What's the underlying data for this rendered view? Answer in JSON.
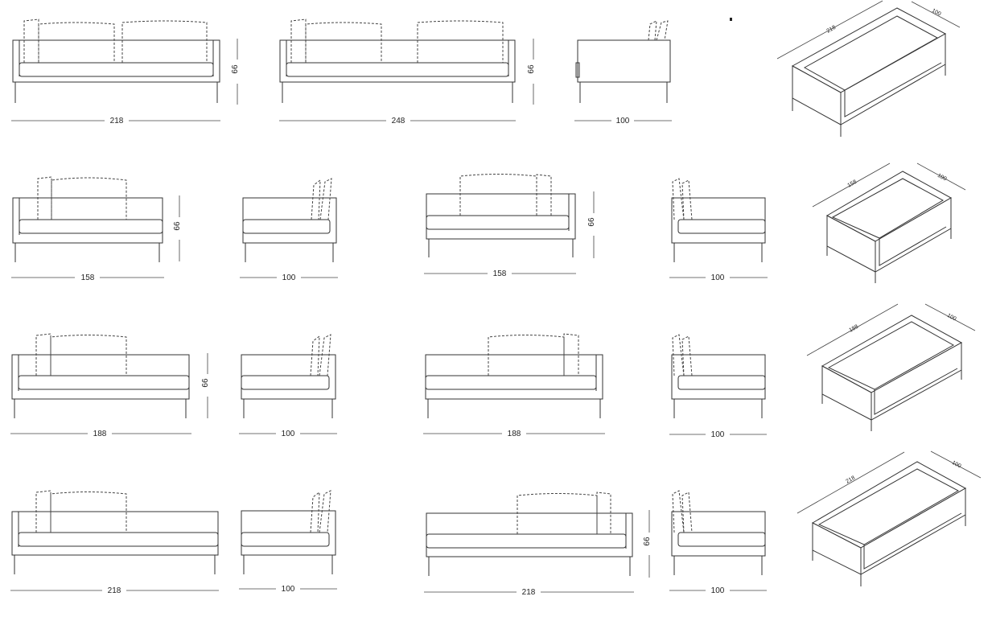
{
  "dimensions": {
    "row1": {
      "sofa_218_width": "218",
      "sofa_218_height": "66",
      "sofa_248_width": "248",
      "sofa_248_height": "66",
      "side_depth": "100"
    },
    "row2": {
      "left_width": "158",
      "left_height": "66",
      "left_side_depth": "100",
      "right_width": "158",
      "right_height": "66",
      "right_side_depth": "100"
    },
    "row3": {
      "left_width": "188",
      "left_height": "66",
      "left_side_depth": "100",
      "right_width": "188",
      "right_side_depth": "100"
    },
    "row4": {
      "left_width": "218",
      "left_side_depth": "100",
      "right_width": "218",
      "right_height": "66",
      "right_side_depth": "100"
    }
  },
  "iso_views": [
    {
      "length": "218",
      "depth": "100"
    },
    {
      "length": "158",
      "depth": "100"
    },
    {
      "length": "188",
      "depth": "100"
    },
    {
      "length": "218",
      "depth": "100"
    }
  ],
  "colors": {
    "line": "#333333",
    "background": "#ffffff"
  }
}
